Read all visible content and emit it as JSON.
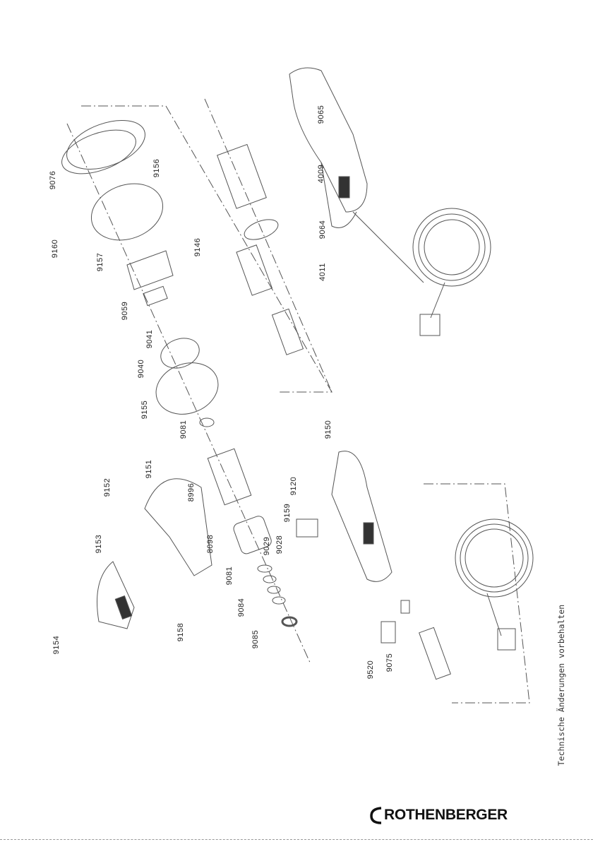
{
  "title": "Exploded parts diagram",
  "parts": [
    {
      "number": "9076"
    },
    {
      "number": "9156"
    },
    {
      "number": "9160"
    },
    {
      "number": "9157"
    },
    {
      "number": "9146"
    },
    {
      "number": "9059"
    },
    {
      "number": "9041"
    },
    {
      "number": "9040"
    },
    {
      "number": "9155"
    },
    {
      "number": "9081"
    },
    {
      "number": "9151"
    },
    {
      "number": "9152"
    },
    {
      "number": "8996"
    },
    {
      "number": "9153"
    },
    {
      "number": "8098"
    },
    {
      "number": "9029"
    },
    {
      "number": "9028"
    },
    {
      "number": "9159"
    },
    {
      "number": "9120"
    },
    {
      "number": "9150"
    },
    {
      "number": "9081"
    },
    {
      "number": "9084"
    },
    {
      "number": "9085"
    },
    {
      "number": "9154"
    },
    {
      "number": "9158"
    },
    {
      "number": "9520"
    },
    {
      "number": "9075"
    },
    {
      "number": "9065"
    },
    {
      "number": "4009"
    },
    {
      "number": "9064"
    },
    {
      "number": "4011"
    }
  ],
  "footer": {
    "note": "Technische Änderungen vorbehalten",
    "brand": "ROTHENBERGER"
  },
  "colors": {
    "line": "#444444",
    "text": "#222222"
  }
}
